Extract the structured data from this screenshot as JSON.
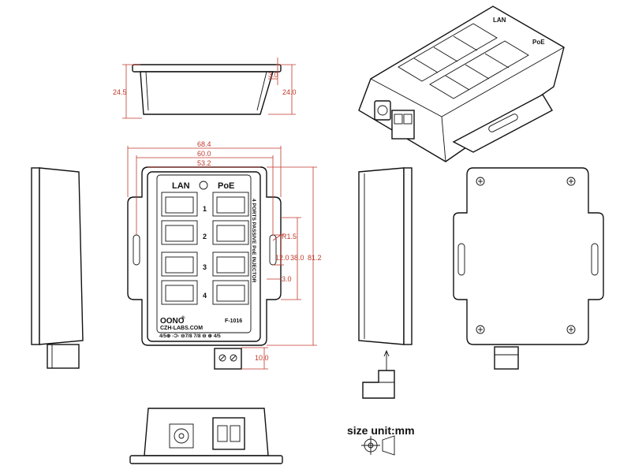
{
  "front_panel": {
    "lan_label": "LAN",
    "poe_label": "PoE",
    "port_numbers": [
      "1",
      "2",
      "3",
      "4"
    ],
    "vertical_text": "4 PORTS PASSIVE PoE INJECTOR",
    "brand": "OONO",
    "brand_mark": "®",
    "website": "CZH-LABS.COM",
    "model": "F-1016",
    "pinout": "4/5⊕ -Ɔ- ⊖7/8  7/8 ⊖  ⊕ 4/5"
  },
  "dimensions": {
    "top_height_left": "24.5",
    "top_height_right": "24.0",
    "flange_thickness": "3.0",
    "width_overall": "68.4",
    "width_holes": "60.0",
    "width_body": "53.2",
    "radius": "R1.5",
    "slot_length": "12.0",
    "height_inner": "38.0",
    "height_overall": "81.2",
    "flange_offset": "3.0",
    "terminal_protrusion": "10.0"
  },
  "size_unit": "size unit:mm"
}
